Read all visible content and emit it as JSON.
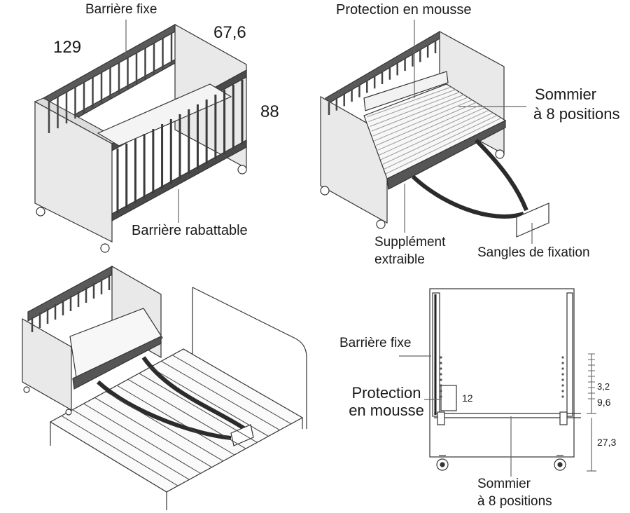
{
  "crib_assembled": {
    "label_fixed_rail": "Barrière fixe",
    "dim_length": "129",
    "dim_depth": "67,6",
    "dim_height": "88",
    "label_drop_rail": "Barrière rabattable"
  },
  "crib_cosleep": {
    "label_foam": "Protection en mousse",
    "label_base_line1": "Sommier",
    "label_base_line2": "à 8 positions",
    "label_extension_line1": "Supplément",
    "label_extension_line2": "extraible",
    "label_straps": "Sangles de fixation"
  },
  "side_view": {
    "label_fixed_rail": "Barrière fixe",
    "label_foam_line1": "Protection",
    "label_foam_line2": "en mousse",
    "dim_foam": "12",
    "dim_step": "3,2",
    "dim_low": "9,6",
    "dim_leg": "27,3",
    "label_base_line1": "Sommier",
    "label_base_line2": "à 8 positions"
  },
  "colors": {
    "panel": "#e9e9e9",
    "rail": "#4a4a4a",
    "line": "#333333",
    "strap": "#2b2b2b"
  }
}
